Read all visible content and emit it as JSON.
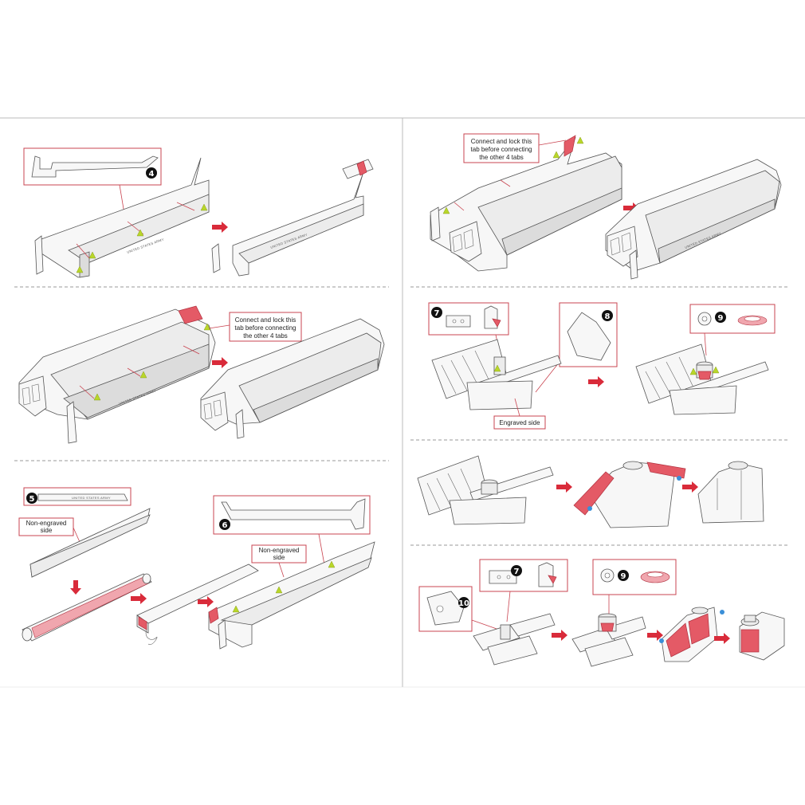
{
  "steps": {
    "step4": {
      "number": "4"
    },
    "step4_connect": {
      "lines": [
        "Connect and lock this",
        "tab before connecting",
        "the other 4 tabs"
      ]
    },
    "step_top_right": {
      "lines": [
        "Connect and lock this",
        "tab before connecting",
        "the other 4 tabs"
      ]
    },
    "step5": {
      "number": "5",
      "label": [
        "Non-engraved",
        "side"
      ]
    },
    "step6": {
      "number": "6",
      "label": [
        "Non-engraved",
        "side"
      ]
    },
    "step7": {
      "number": "7"
    },
    "step8": {
      "number": "8",
      "label": "Engraved side"
    },
    "step9": {
      "number": "9"
    },
    "step7b": {
      "number": "7"
    },
    "step9b": {
      "number": "9"
    },
    "step10": {
      "number": "10"
    }
  },
  "engravings": {
    "fuselage": "UNITED STATES ARMY"
  },
  "colors": {
    "accent": "#d92b3a",
    "tab_highlight": "#e45a66",
    "lock_marker": "#b9d62a",
    "pin_marker": "#3a8fd8"
  }
}
